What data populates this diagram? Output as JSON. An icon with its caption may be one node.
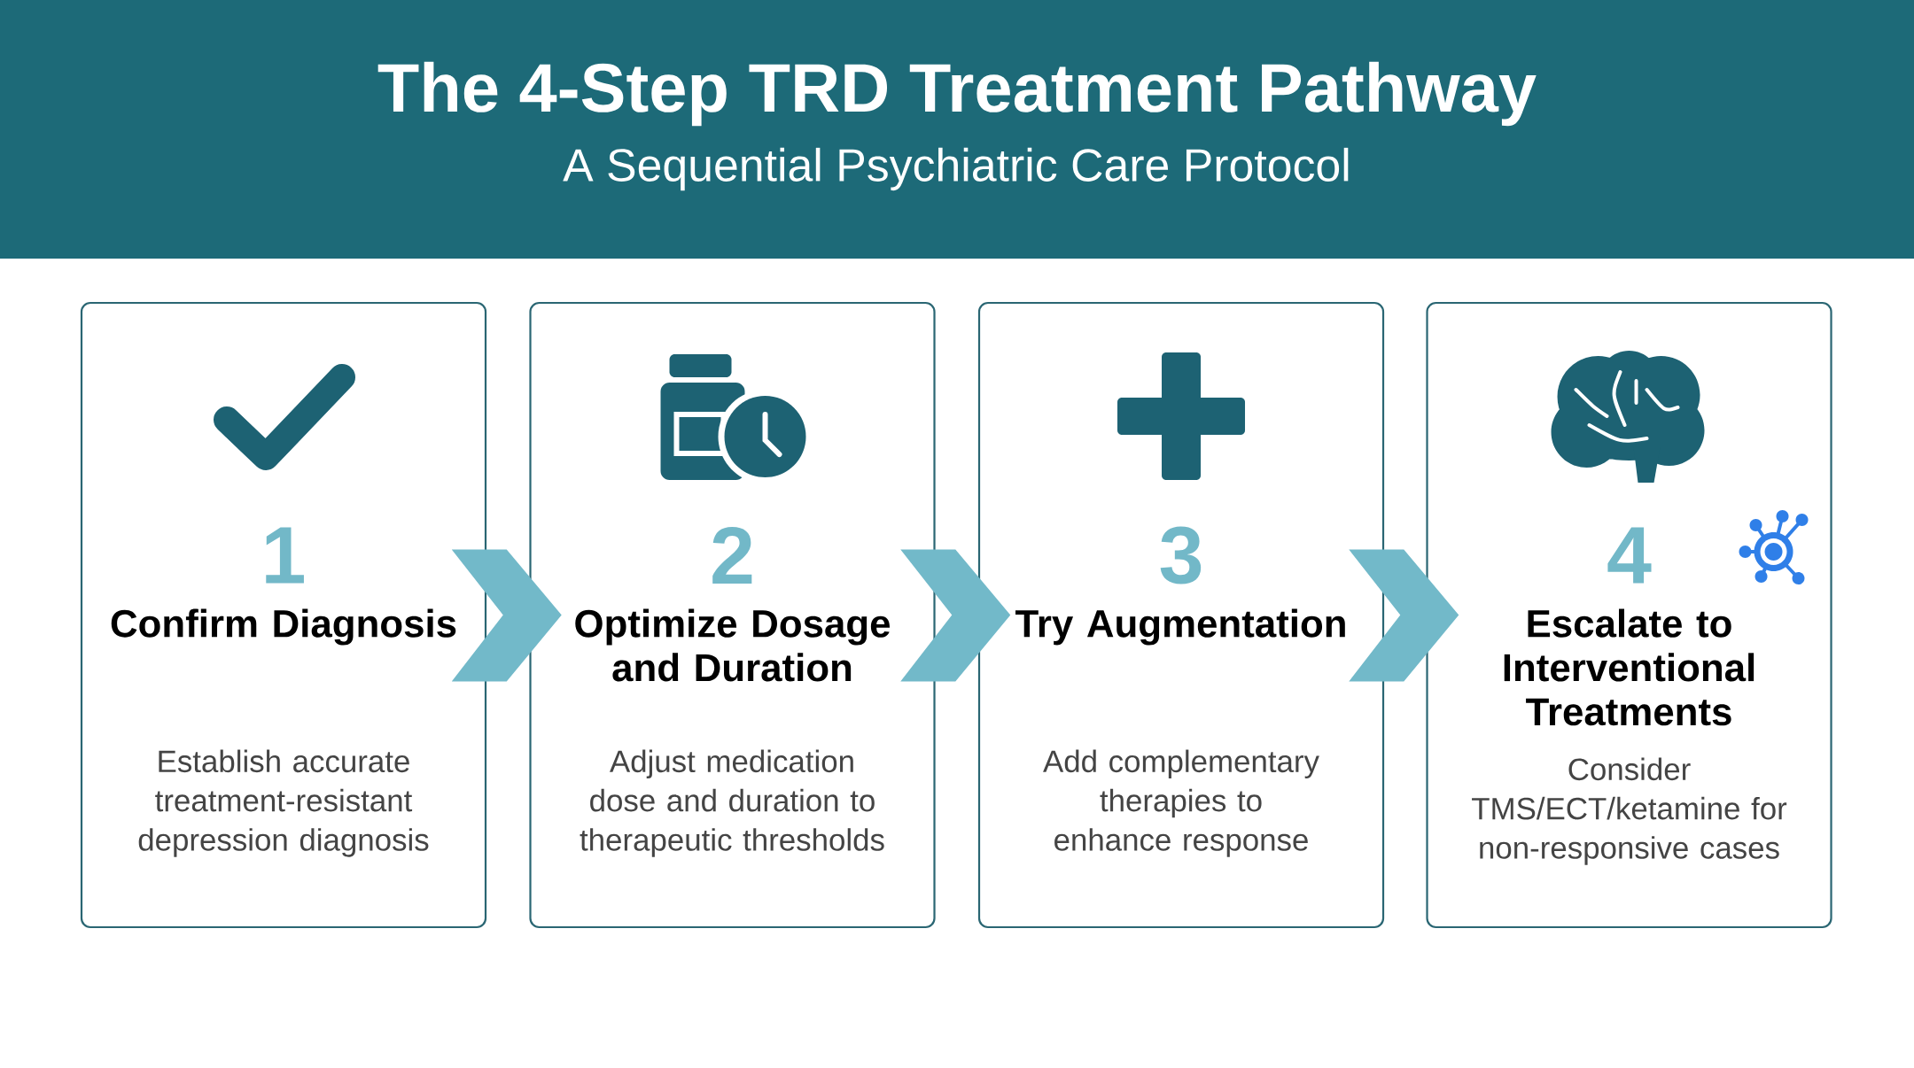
{
  "diagram": {
    "title": "The 4-Step TRD Treatment Pathway",
    "labels": [
      "A Sequential Psychiatric Care Protocol"
    ],
    "nodes": [
      {
        "text": [
          "1",
          "Confirm Diagnosis",
          "Establish accurate treatment-resistant depression diagnosis"
        ]
      },
      {
        "text": [
          "2",
          "Optimize Dosage and Duration",
          "Adjust medication dose and duration to therapeutic thresholds"
        ]
      },
      {
        "text": [
          "3",
          "Try Augmentation",
          "Add complementary therapies to enhance response"
        ]
      },
      {
        "text": [
          "4",
          "Escalate to Interventional Treatments",
          "Consider TMS/ECT/ketamine for non-responsive cases"
        ]
      }
    ],
    "edges": [
      {
        "from": 0,
        "to": 1,
        "arrow": "to"
      },
      {
        "from": 1,
        "to": 2,
        "arrow": "to"
      },
      {
        "from": 2,
        "to": 3,
        "arrow": "to"
      }
    ]
  }
}
